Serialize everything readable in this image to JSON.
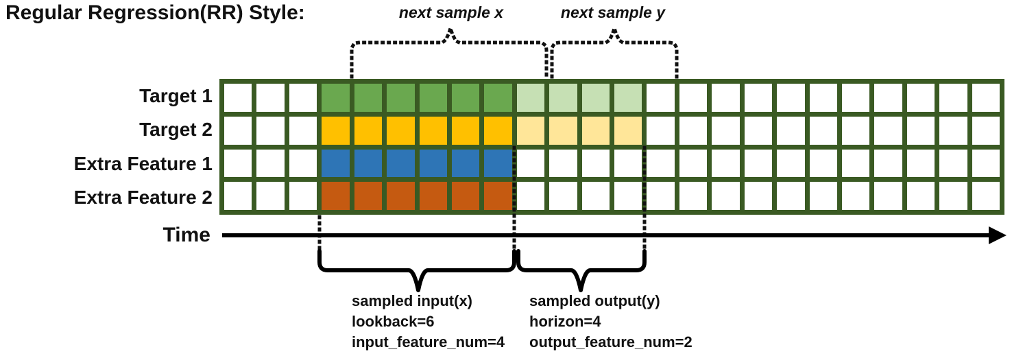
{
  "title": "Regular Regression(RR) Style:",
  "annotations": {
    "next_sample_x": "next sample x",
    "next_sample_y": "next sample y"
  },
  "time_axis_label": "Time",
  "rows": [
    {
      "label": "Target 1",
      "input_color": "#6aa84f",
      "output_color": "#c6e0b4"
    },
    {
      "label": "Target 2",
      "input_color": "#ffc000",
      "output_color": "#ffe699"
    },
    {
      "label": "Extra Feature 1",
      "input_color": "#2e75b6",
      "output_color": null
    },
    {
      "label": "Extra Feature 2",
      "input_color": "#c55a11",
      "output_color": null
    }
  ],
  "grid": {
    "columns_total": 24,
    "pre_cells": 3,
    "lookback": 6,
    "horizon": 4,
    "border_color": "#3a5a23",
    "cell_bg": "#ffffff"
  },
  "input_annotation": [
    "sampled input(x)",
    "lookback=6",
    "input_feature_num=4"
  ],
  "output_annotation": [
    "sampled output(y)",
    "horizon=4",
    "output_feature_num=2"
  ]
}
